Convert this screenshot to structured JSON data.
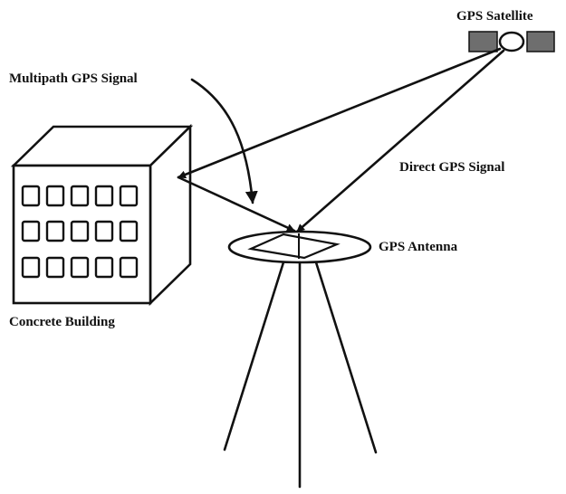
{
  "labels": {
    "satellite": "GPS Satellite",
    "multipath": "Multipath GPS Signal",
    "direct": "Direct GPS Signal",
    "antenna": "GPS Antenna",
    "building": "Concrete Building"
  },
  "colors": {
    "ink": "#111111",
    "solar_panel": "#6e6e6e",
    "background": "#ffffff"
  }
}
